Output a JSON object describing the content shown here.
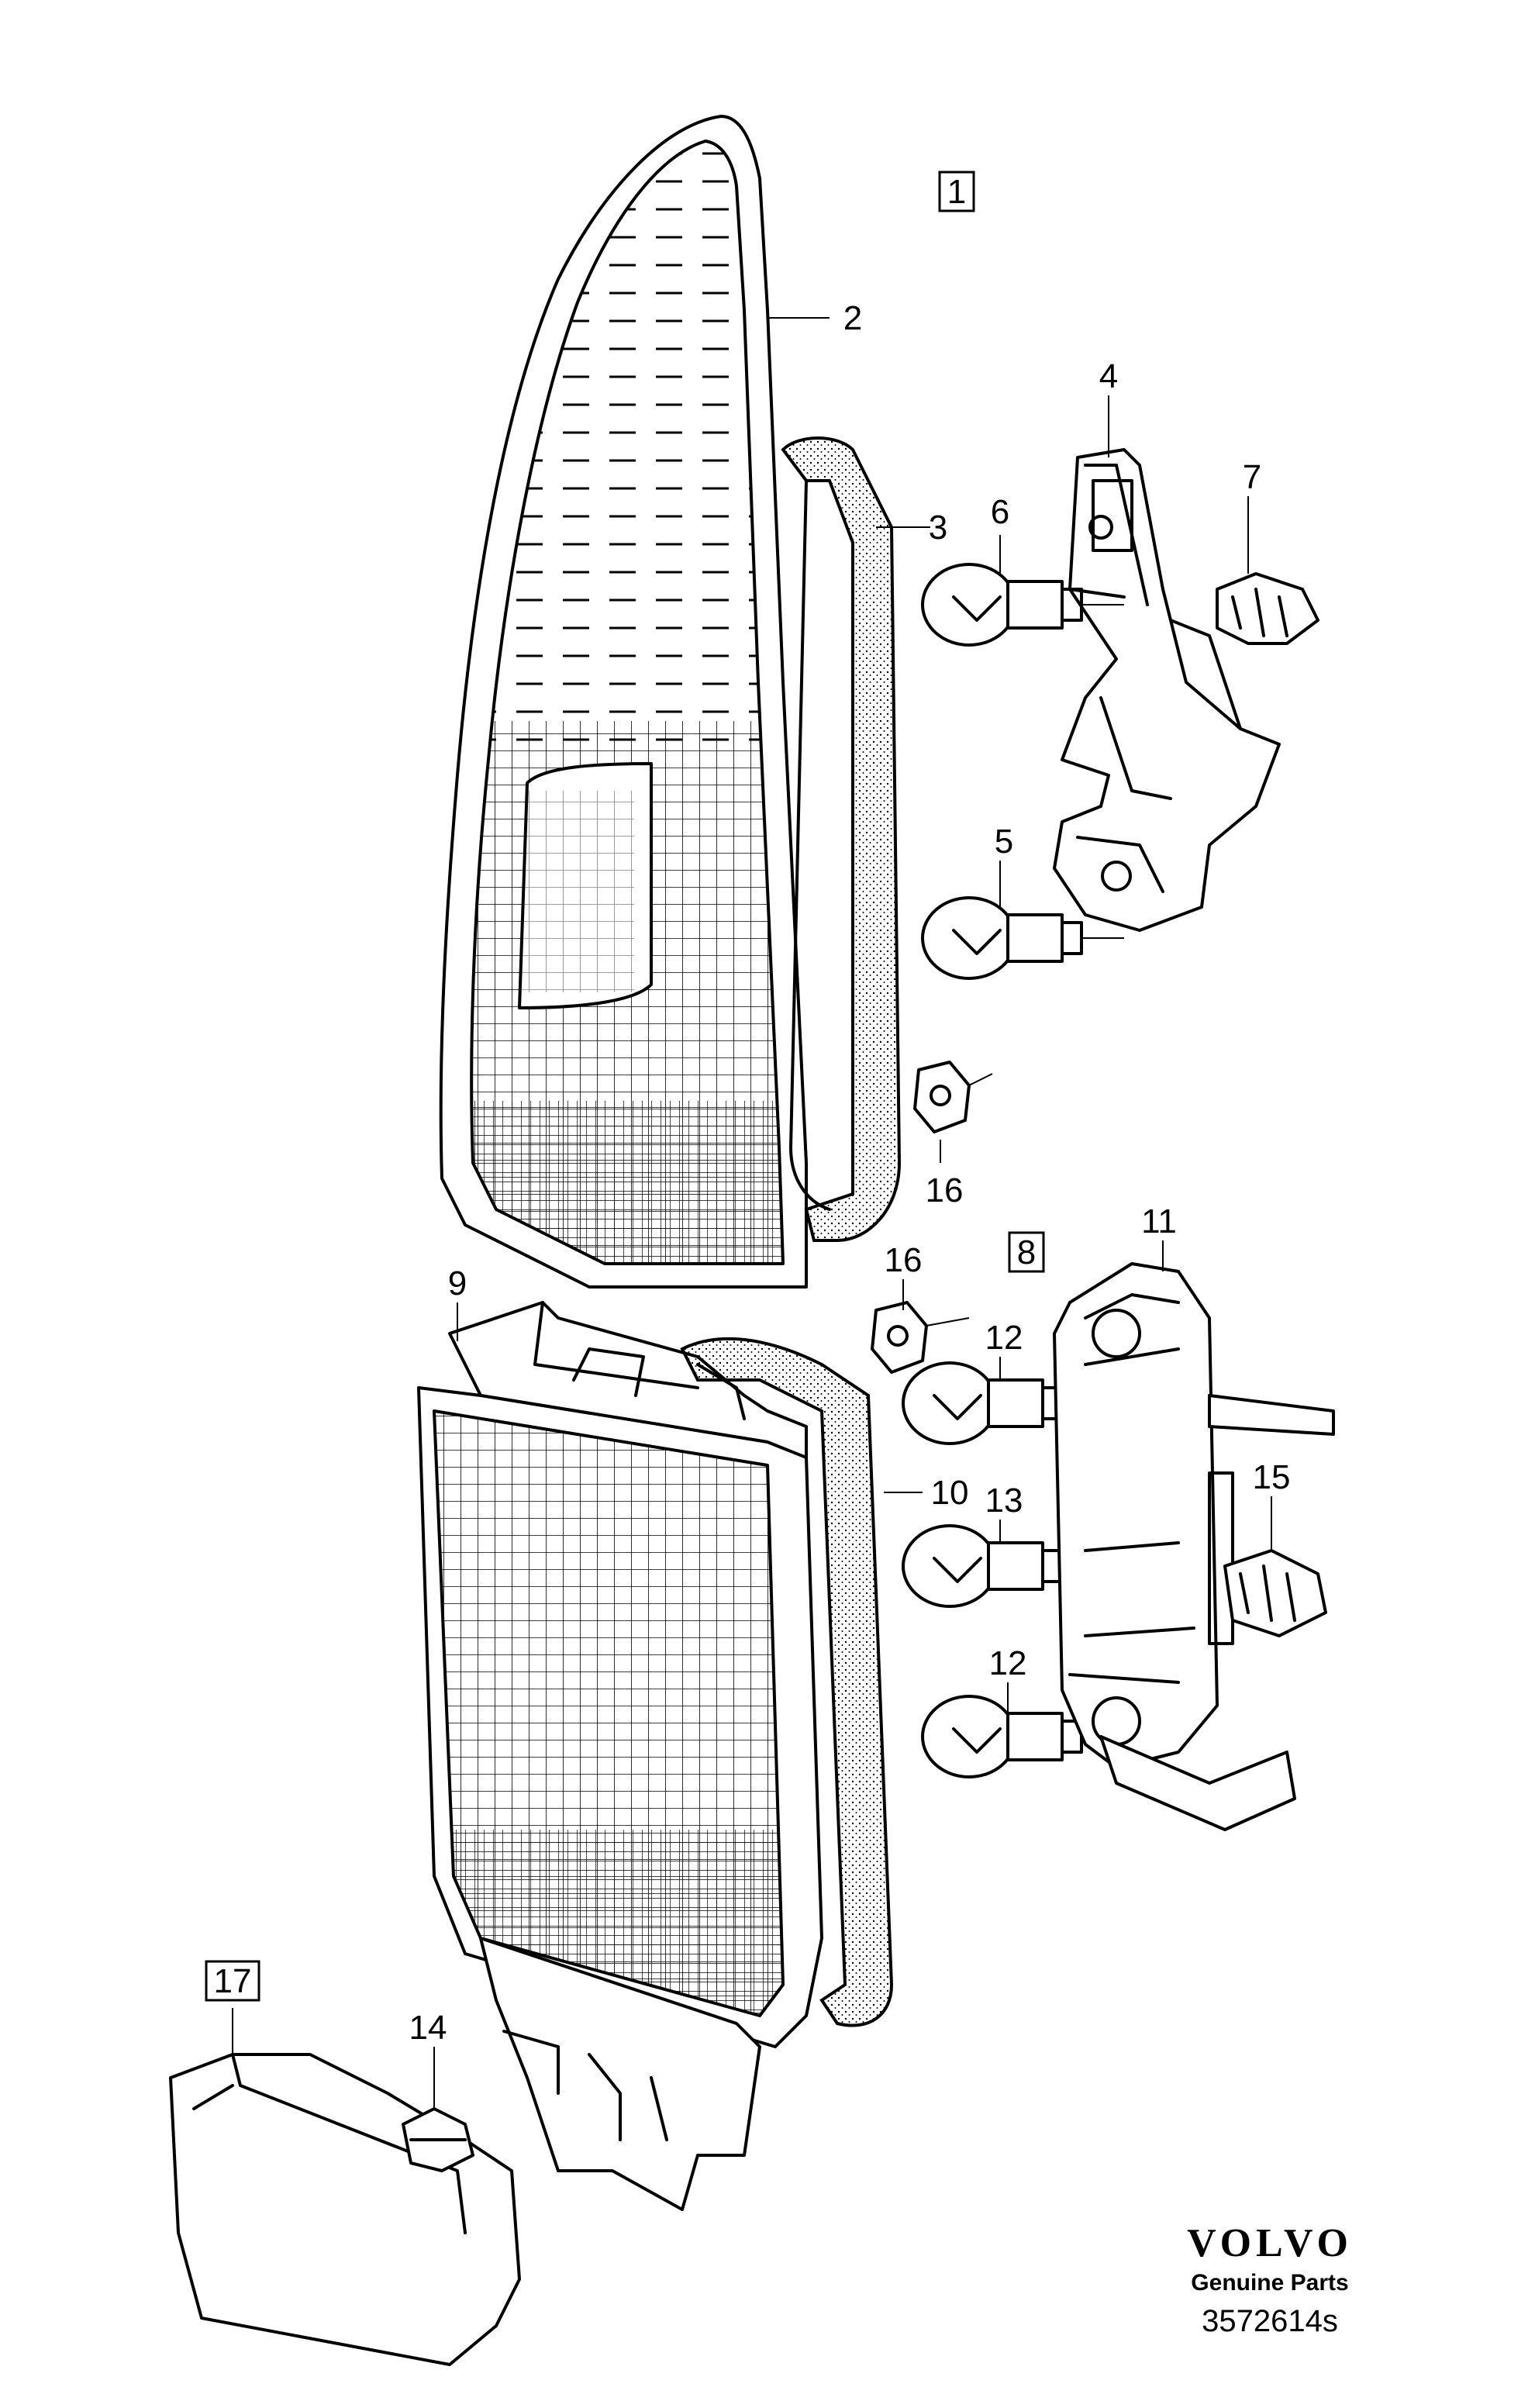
{
  "diagram": {
    "callouts": {
      "c1": "1",
      "c2": "2",
      "c3": "3",
      "c4": "4",
      "c5": "5",
      "c6": "6",
      "c7": "7",
      "c8": "8",
      "c9": "9",
      "c10": "10",
      "c11": "11",
      "c12a": "12",
      "c12b": "12",
      "c13": "13",
      "c14": "14",
      "c15": "15",
      "c16a": "16",
      "c16b": "16",
      "c17": "17"
    }
  },
  "footer": {
    "brand": "VOLVO",
    "subtitle": "Genuine Parts",
    "code": "3572614s"
  }
}
